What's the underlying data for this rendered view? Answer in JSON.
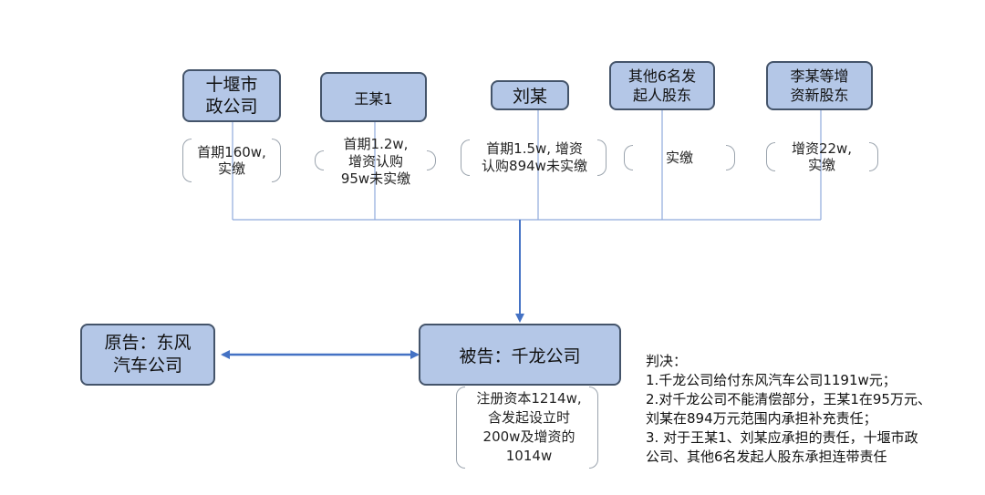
{
  "colors": {
    "node_fill": "#b4c7e7",
    "node_border": "#44546a",
    "line": "#4472c4",
    "connector": "#8faadc"
  },
  "shareholders": [
    {
      "name": "十堰市\n政公司",
      "note": "首期160w,\n实缴"
    },
    {
      "name": "王某1",
      "note": "首期1.2w,\n增资认购\n95w未实缴"
    },
    {
      "name": "刘某",
      "note": "首期1.5w, 增资\n认购894w未实缴"
    },
    {
      "name": "其他6名发\n起人股东",
      "note": "实缴"
    },
    {
      "name": "李某等增\n资新股东",
      "note": "增资22w,\n实缴"
    }
  ],
  "plaintiff": {
    "label": "原告：东风\n汽车公司"
  },
  "defendant": {
    "label": "被告：千龙公司",
    "note": "注册资本1214w,\n含发起设立时\n200w及增资的\n1014w"
  },
  "verdict": {
    "lines": [
      "判决：",
      "1.千龙公司给付东风汽车公司1191w元；",
      "2.对千龙公司不能清偿部分，王某1在95万元、",
      "刘某在894万元范围内承担补充责任；",
      "3. 对于王某1、刘某应承担的责任，十堰市政",
      "公司、其他6名发起人股东承担连带责任"
    ]
  }
}
